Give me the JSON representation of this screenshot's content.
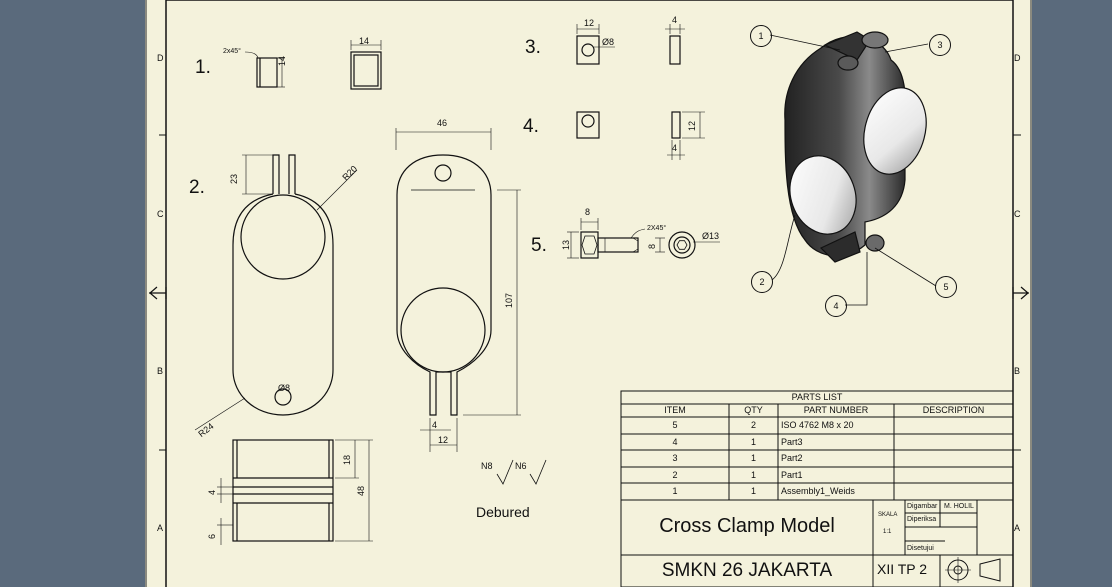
{
  "zones": {
    "rows_left": [
      "D",
      "C",
      "B",
      "A"
    ],
    "rows_right": [
      "D",
      "C",
      "B",
      "A"
    ]
  },
  "views": {
    "v1": {
      "number": "1.",
      "chamfer": "2x45°",
      "height": "14",
      "width": "14"
    },
    "v2": {
      "number": "2.",
      "d23": "23",
      "r20": "R20",
      "hole": "Ø8",
      "r24": "R24"
    },
    "v3": {
      "number": "3.",
      "width": "12",
      "hole": "Ø8",
      "thick": "4"
    },
    "v4": {
      "number": "4.",
      "height": "12",
      "thick": "4"
    },
    "v5": {
      "number": "5.",
      "head_len": "8",
      "head_dia": "13",
      "shank": "8",
      "chamfer": "2X45°",
      "dia": "Ø13"
    },
    "main": {
      "width": "46",
      "height": "107",
      "gap": "4",
      "foot": "12"
    },
    "side": {
      "d18": "18",
      "d48": "48",
      "d4": "4",
      "d6": "6"
    }
  },
  "notes": {
    "surface1": "N8",
    "surface2": "N6",
    "deburred": "Debured"
  },
  "balloons": [
    "1",
    "2",
    "3",
    "4",
    "5"
  ],
  "parts_list": {
    "title": "PARTS LIST",
    "headers": [
      "ITEM",
      "QTY",
      "PART NUMBER",
      "DESCRIPTION"
    ],
    "rows": [
      {
        "item": "5",
        "qty": "2",
        "part": "ISO 4762 M8 x 20",
        "desc": ""
      },
      {
        "item": "4",
        "qty": "1",
        "part": "Part3",
        "desc": ""
      },
      {
        "item": "3",
        "qty": "1",
        "part": "Part2",
        "desc": ""
      },
      {
        "item": "2",
        "qty": "1",
        "part": "Part1",
        "desc": ""
      },
      {
        "item": "1",
        "qty": "1",
        "part": "Assembly1_Weids",
        "desc": ""
      }
    ]
  },
  "title_block": {
    "title": "Cross Clamp Model",
    "school": "SMKN 26 JAKARTA",
    "class": "XII TP 2",
    "scale_label": "SKALA",
    "scale": "1:1",
    "drawn_label": "Digambar",
    "drawn_by": "M. HOLIL",
    "checked_label": "Diperiksa",
    "approved_label": "Disetujui"
  }
}
